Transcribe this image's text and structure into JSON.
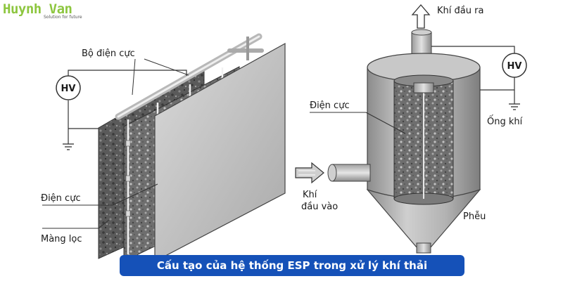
{
  "logo": {
    "name": "Huynh Van",
    "tagline": "Solution for future"
  },
  "labels": {
    "electrode_set": "Bộ điện cực",
    "hv_left": "HV",
    "electrode_left": "Điện cực",
    "filter_membrane": "Màng lọc",
    "gas_out": "Khí đầu ra",
    "hv_right": "HV",
    "electrode_right": "Điện cực",
    "gas_pipe": "Ống khí",
    "gas_in_line1": "Khí",
    "gas_in_line2": "đầu vào",
    "hopper": "Phễu"
  },
  "caption": "Cấu tạo của hệ thống ESP trong xử lý khí thải",
  "colors": {
    "caption_bg": "#1551b8",
    "logo": "#8dc63f"
  }
}
